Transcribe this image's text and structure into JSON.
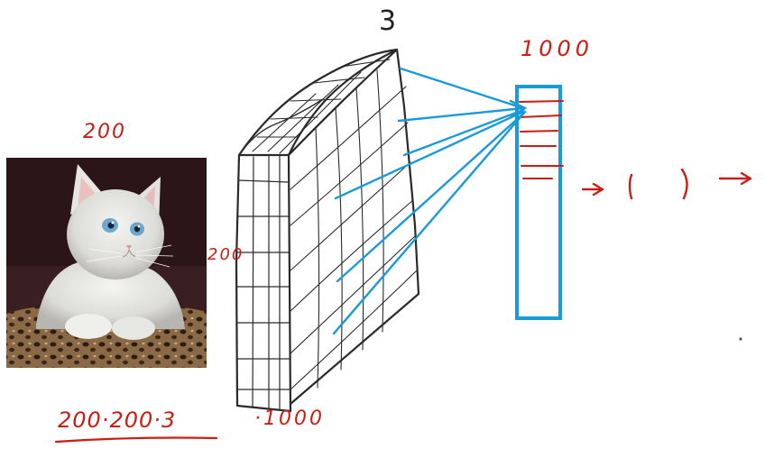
{
  "labels": {
    "channels": "3",
    "hidden_units": "1000",
    "image_width": "200",
    "image_height": "200",
    "input_size": "200·200·3",
    "times_units": "·1000"
  },
  "colors": {
    "ink_red": "#c81e14",
    "ink_blue": "#1a9ad6",
    "ink_black": "#222222"
  },
  "image": {
    "subject": "white kitten photo"
  }
}
